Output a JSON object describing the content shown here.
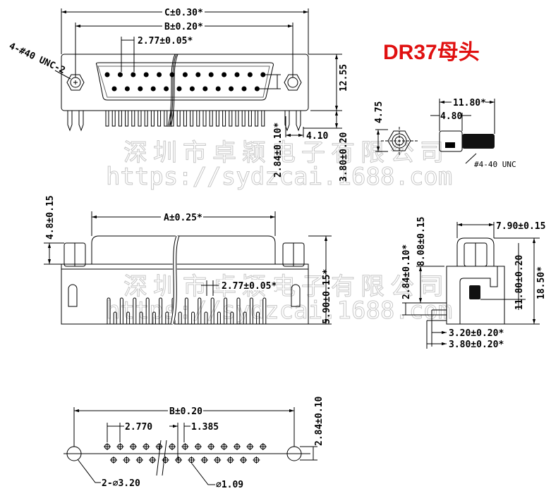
{
  "title": "DR37母头",
  "colors": {
    "title": "#e01010",
    "line": "#000000",
    "watermark": "#c8c8c8"
  },
  "watermark": {
    "company": "深圳市卓颖电子有限公司",
    "url": "https://sydzcai.1688.com"
  },
  "top_view": {
    "dim_c": "C±0.30*",
    "dim_b": "B±0.20*",
    "pitch": "2.77±0.05*",
    "thread": "4-#40 UNC-2",
    "height": "12.55",
    "row_pitch": "2.84±0.10*",
    "pin_len": "3.80±0.20",
    "offset": "4.10"
  },
  "standoff": {
    "hex": "4.75",
    "length": "11.80*",
    "hex_len": "4.80",
    "thread": "#4-40 UNC"
  },
  "front_view": {
    "dim_a": "A±0.25*",
    "height": "4.8±0.15",
    "pitch": "2.77±0.05*",
    "body": "5.90±0.15*"
  },
  "side_view": {
    "width": "7.90±0.15",
    "h1": "8.08±0.15",
    "row": "2.84±0.10*",
    "h2": "11.80±0.20",
    "total": "18.50*",
    "d1": "3.20±0.20*",
    "d2": "3.80±0.20*"
  },
  "footprint": {
    "dim_b": "B±0.20",
    "pitch": "2.770",
    "half_pitch": "1.385",
    "row": "2.84±0.10",
    "mount_hole": "2-⌀3.20",
    "pin_hole": "⌀1.09"
  }
}
